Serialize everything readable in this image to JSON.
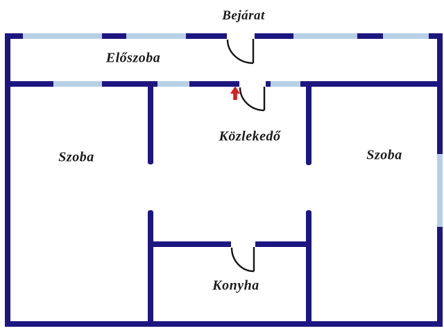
{
  "floorplan": {
    "title": "apartment-floor-plan",
    "rooms": {
      "bejarat": {
        "label": "Bejárat"
      },
      "eloszoba": {
        "label": "Előszoba"
      },
      "szoba_left": {
        "label": "Szoba"
      },
      "kozlekedo": {
        "label": "Közlekedő"
      },
      "szoba_right": {
        "label": "Szoba"
      },
      "konyha": {
        "label": "Konyha"
      }
    },
    "icons": {
      "entrance_arrow": "up-arrow"
    },
    "counts": {
      "windows": 8,
      "door_swings": 3
    },
    "colors": {
      "wall": "#1d1680",
      "window": "#b7d0e6",
      "door_line": "#151515",
      "arrow": "#d42121",
      "text": "#1c1c1c",
      "background": "#ffffff"
    }
  }
}
